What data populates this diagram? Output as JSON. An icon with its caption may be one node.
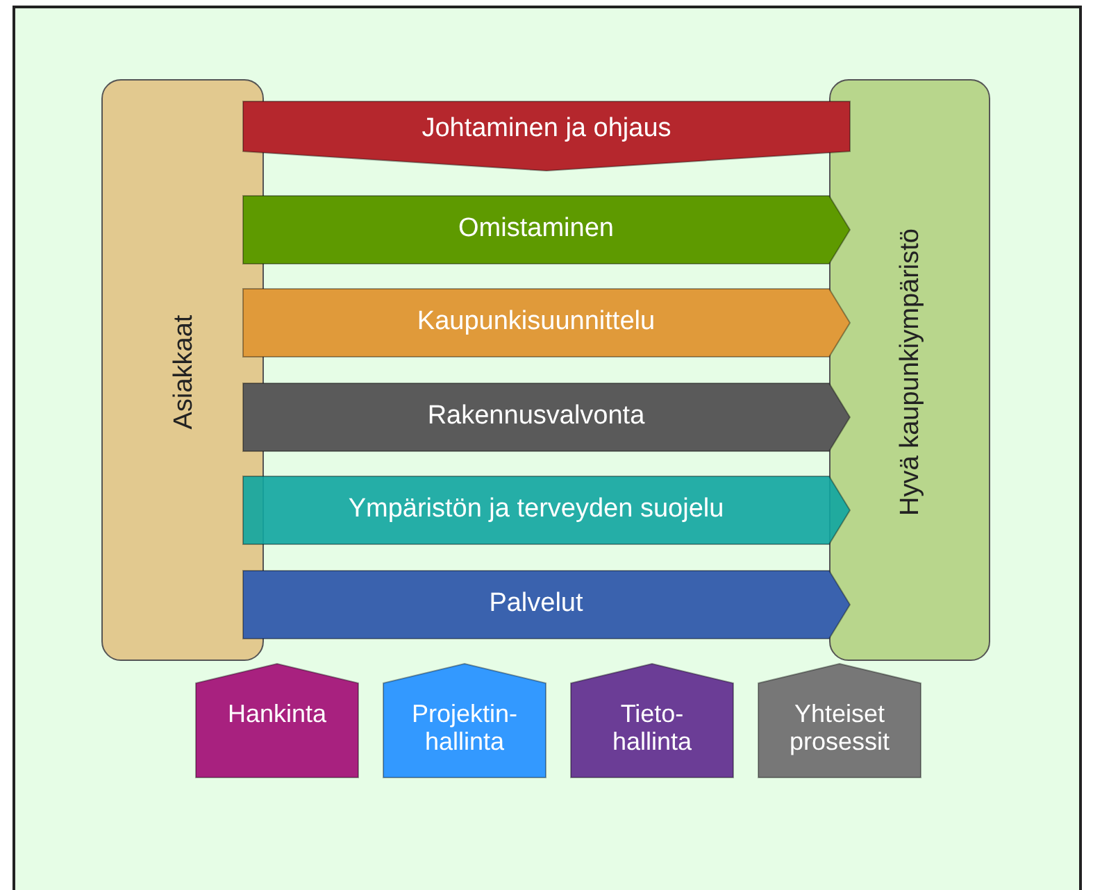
{
  "diagram": {
    "nodes": [
      {
        "text": [
          "Asiakkaat"
        ]
      },
      {
        "text": [
          "Hyvä kaupunkiympäristö"
        ]
      },
      {
        "text": [
          "Johtaminen ja ohjaus"
        ]
      },
      {
        "text": [
          "Omistaminen"
        ]
      },
      {
        "text": [
          "Kaupunkisuunnittelu"
        ]
      },
      {
        "text": [
          "Rakennusvalvonta"
        ]
      },
      {
        "text": [
          "Ympäristön ja terveyden suojelu"
        ]
      },
      {
        "text": [
          "Palvelut"
        ]
      },
      {
        "text": [
          "Hankinta"
        ]
      },
      {
        "text": [
          "Projektin- hallinta"
        ]
      },
      {
        "text": [
          "Tieto- hallinta"
        ]
      },
      {
        "text": [
          "Yhteiset prosessit"
        ]
      }
    ]
  }
}
